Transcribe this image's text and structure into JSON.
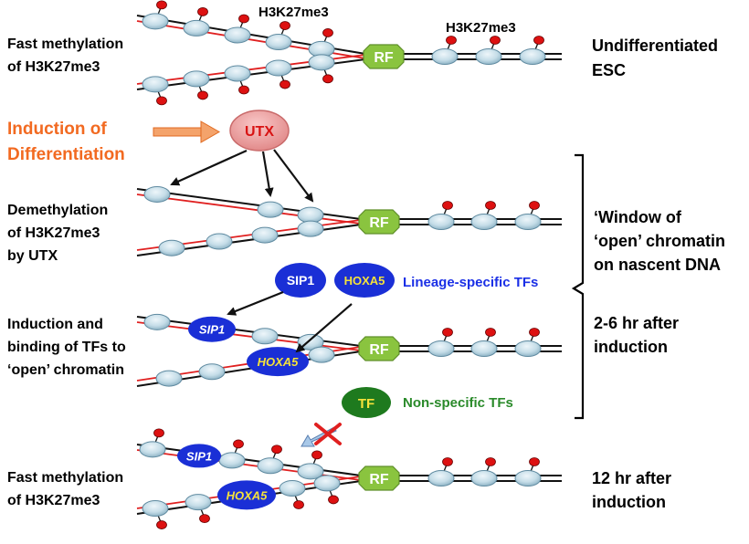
{
  "labels": {
    "mark_top_1": "H3K27me3",
    "mark_top_2": "H3K27me3",
    "rf": "RF",
    "utx": "UTX",
    "sip1": "SIP1",
    "hoxa5": "HOXA5",
    "tf": "TF"
  },
  "left": {
    "s1_line1": "Fast methylation",
    "s1_line2": "of H3K27me3",
    "induction_line1": "Induction of",
    "induction_line2": "Differentiation",
    "s2_line1": "Demethylation",
    "s2_line2": "of H3K27me3",
    "s2_line3": "by UTX",
    "s3_line1": "Induction and",
    "s3_line2": "binding of TFs to",
    "s3_line3": "‘open’ chromatin",
    "s4_line1": "Fast methylation",
    "s4_line2": "of H3K27me3"
  },
  "right": {
    "s1_line1": "Undifferentiated",
    "s1_line2": "ESC",
    "window_line1": "‘Window of",
    "window_line2": "‘open’ chromatin",
    "window_line3": "on nascent DNA",
    "time1_line1": "2-6 hr after",
    "time1_line2": "induction",
    "time2_line1": "12 hr after",
    "time2_line2": "induction"
  },
  "mid": {
    "lineage_tfs": "Lineage-specific TFs",
    "nonspecific_tfs": "Non-specific TFs"
  },
  "colors": {
    "nucleosome": "#c5dde8",
    "methyl": "#dd1111",
    "rf": "#8ac43f",
    "utx": "#f0999a",
    "tf_blue": "#1a2fd6",
    "tf_green": "#1e7a1e",
    "orange": "#f26a21",
    "lineage_text": "#1a2fe6",
    "nonspecific_text": "#2a8a2a"
  }
}
